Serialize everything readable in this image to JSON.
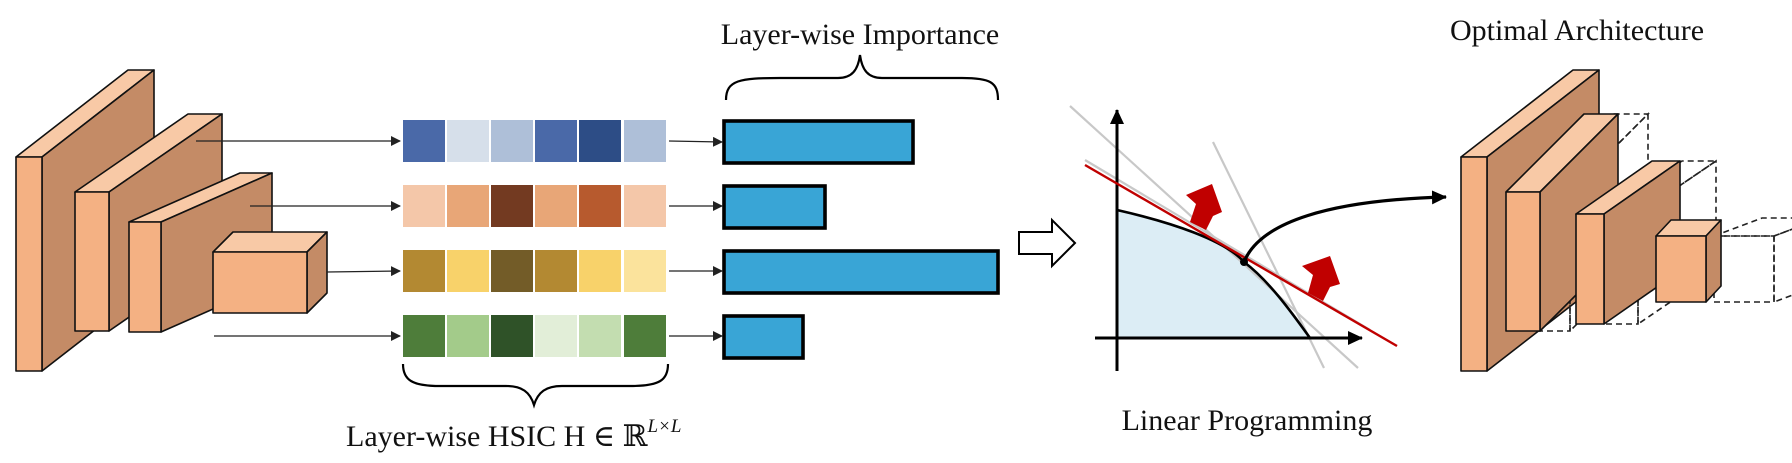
{
  "labels": {
    "importance": "Layer-wise Importance",
    "hsic": "Layer-wise HSIC  H ∈ ℝ",
    "hsic_sup": "L×L",
    "lp": "Linear Programming",
    "arch": "Optimal Architecture"
  },
  "colors": {
    "block_front": "#f4b183",
    "block_side": "#c48b66",
    "block_top": "#f8c9a6",
    "importance_bar": "#39a5d6",
    "feasible_fill": "#dcedf5",
    "objective_line": "#c00000",
    "gradient_arrow": "#c00000"
  },
  "hsic_matrix": [
    [
      "#4a69a8",
      "#d6dfea",
      "#aebfd8",
      "#4a69a8",
      "#2d4d86",
      "#aebfd8"
    ],
    [
      "#f4c7a9",
      "#e8a677",
      "#733a21",
      "#e8a677",
      "#b75a2e",
      "#f4c7a9"
    ],
    [
      "#b38932",
      "#f8d26a",
      "#735c28",
      "#b38932",
      "#f8d26a",
      "#fbe39c"
    ],
    [
      "#4e7d3a",
      "#a3cb8a",
      "#2f5228",
      "#e2eed8",
      "#c3ddb0",
      "#4e7d3a"
    ]
  ],
  "importance": [
    0.69,
    0.37,
    1.0,
    0.29
  ]
}
